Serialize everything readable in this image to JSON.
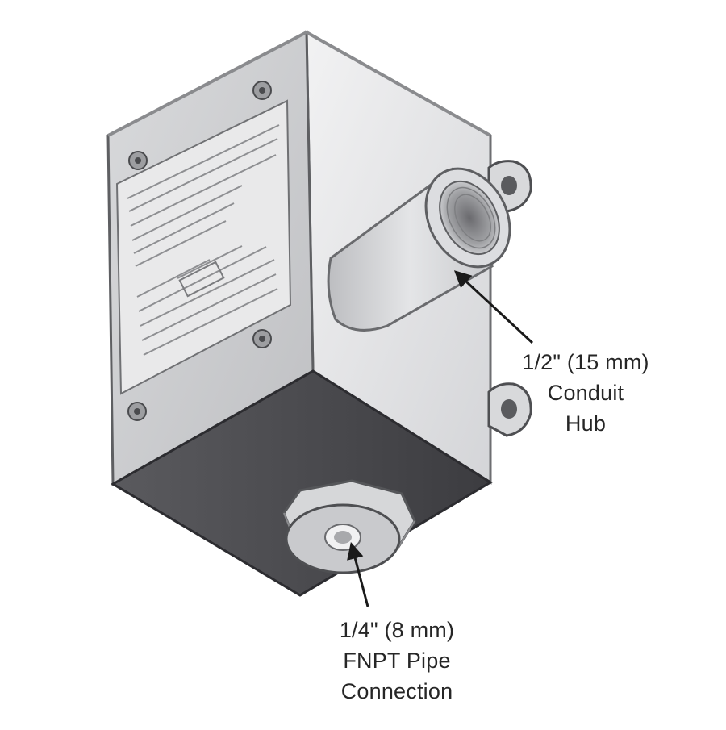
{
  "callouts": {
    "conduit_hub": {
      "lines": [
        "1/2\" (15 mm)",
        "Conduit",
        "Hub"
      ]
    },
    "pipe_connection": {
      "lines": [
        "1/4\" (8 mm)",
        "FNPT Pipe",
        "Connection"
      ]
    }
  },
  "colors": {
    "label_text": "#262626",
    "arrow": "#1a1a1a",
    "enclosure_side": "#dedfe2",
    "enclosure_front": "#cfd0d3",
    "enclosure_bottom": "#4a4a4e",
    "nameplate": "#e9e9ea"
  }
}
